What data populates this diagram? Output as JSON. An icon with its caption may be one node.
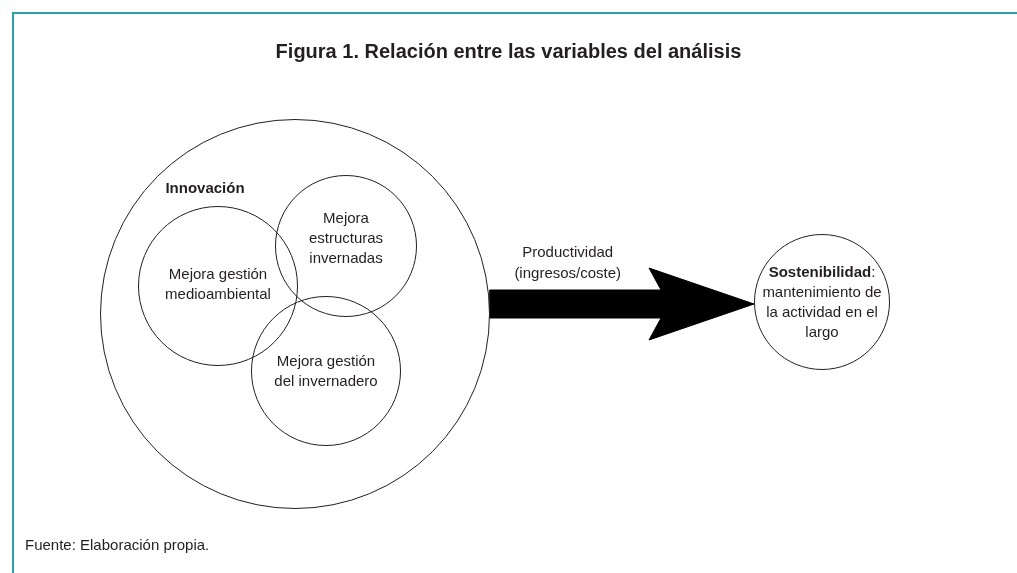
{
  "diagram": {
    "title": "Figura 1. Relación entre las variables del análisis",
    "caption": "Fuente: Elaboración propia.",
    "nodes": [
      {
        "text": [
          "Innovación"
        ]
      },
      {
        "text": [
          "Mejora estructuras invernadas"
        ],
        "in": 0
      },
      {
        "text": [
          "Mejora gestión medioambiental"
        ],
        "in": 0
      },
      {
        "text": [
          "Mejora gestión del invernadero"
        ],
        "in": 0
      },
      {
        "text": [
          "**Sostenibilidad**: mantenimiento de la actividad en el largo"
        ]
      }
    ],
    "edges": [
      {
        "from": 0,
        "to": 4,
        "arrow": "to",
        "style": "thick",
        "label": "Productividad (ingresos/coste)"
      }
    ]
  }
}
